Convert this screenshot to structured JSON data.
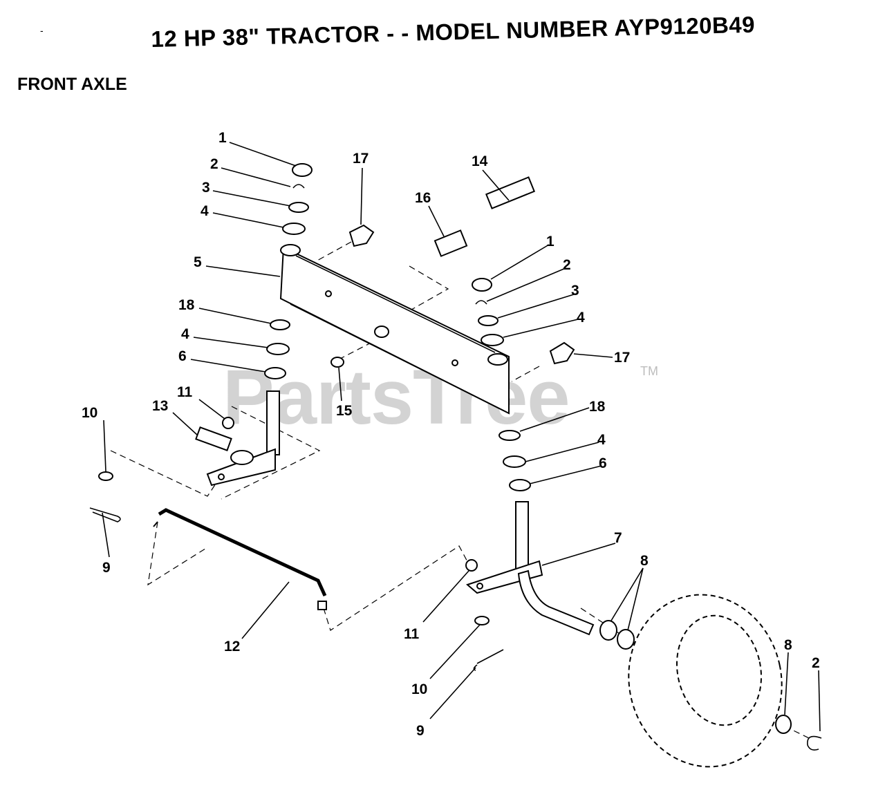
{
  "header": {
    "title": "12 HP 38\" TRACTOR - - MODEL NUMBER AYP9120B49",
    "subtitle": "FRONT AXLE",
    "corner_mark": "-"
  },
  "watermark": {
    "brand": "PartsTree",
    "trademark": "TM"
  },
  "callouts": [
    {
      "id": "c1a",
      "label": "1"
    },
    {
      "id": "c2a",
      "label": "2"
    },
    {
      "id": "c3a",
      "label": "3"
    },
    {
      "id": "c4a",
      "label": "4"
    },
    {
      "id": "c5",
      "label": "5"
    },
    {
      "id": "c18a",
      "label": "18"
    },
    {
      "id": "c4b",
      "label": "4"
    },
    {
      "id": "c6a",
      "label": "6"
    },
    {
      "id": "c17a",
      "label": "17"
    },
    {
      "id": "c14",
      "label": "14"
    },
    {
      "id": "c16",
      "label": "16"
    },
    {
      "id": "c1b",
      "label": "1"
    },
    {
      "id": "c2b",
      "label": "2"
    },
    {
      "id": "c3b",
      "label": "3"
    },
    {
      "id": "c4c",
      "label": "4"
    },
    {
      "id": "c17b",
      "label": "17"
    },
    {
      "id": "c15",
      "label": "15"
    },
    {
      "id": "c18b",
      "label": "18"
    },
    {
      "id": "c4d",
      "label": "4"
    },
    {
      "id": "c6b",
      "label": "6"
    },
    {
      "id": "c7",
      "label": "7"
    },
    {
      "id": "c8a",
      "label": "8"
    },
    {
      "id": "c8b",
      "label": "8"
    },
    {
      "id": "c2c",
      "label": "2"
    },
    {
      "id": "c10a",
      "label": "10"
    },
    {
      "id": "c11a",
      "label": "11"
    },
    {
      "id": "c13",
      "label": "13"
    },
    {
      "id": "c9a",
      "label": "9"
    },
    {
      "id": "c12",
      "label": "12"
    },
    {
      "id": "c11b",
      "label": "11"
    },
    {
      "id": "c10b",
      "label": "10"
    },
    {
      "id": "c9b",
      "label": "9"
    }
  ]
}
